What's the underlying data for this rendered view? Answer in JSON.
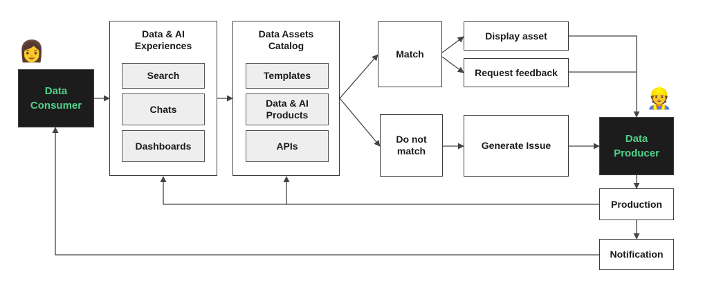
{
  "consumer": {
    "label": "Data\nConsumer",
    "emoji": "👩"
  },
  "experiences": {
    "title": "Data & AI\nExperiences",
    "items": [
      "Search",
      "Chats",
      "Dashboards"
    ]
  },
  "catalog": {
    "title": "Data Assets\nCatalog",
    "items": [
      "Templates",
      "Data & AI\nProducts",
      "APIs"
    ]
  },
  "match": "Match",
  "no_match": "Do not\nmatch",
  "display_asset": "Display asset",
  "request_feedback": "Request feedback",
  "generate_issue": "Generate Issue",
  "producer": {
    "label": "Data\nProducer",
    "emoji": "👷"
  },
  "production": "Production",
  "notification": "Notification",
  "colors": {
    "dark_box": "#1c1c1c",
    "dark_text": "#4fd18b",
    "inner_fill": "#eeeeee",
    "line": "#444444"
  }
}
